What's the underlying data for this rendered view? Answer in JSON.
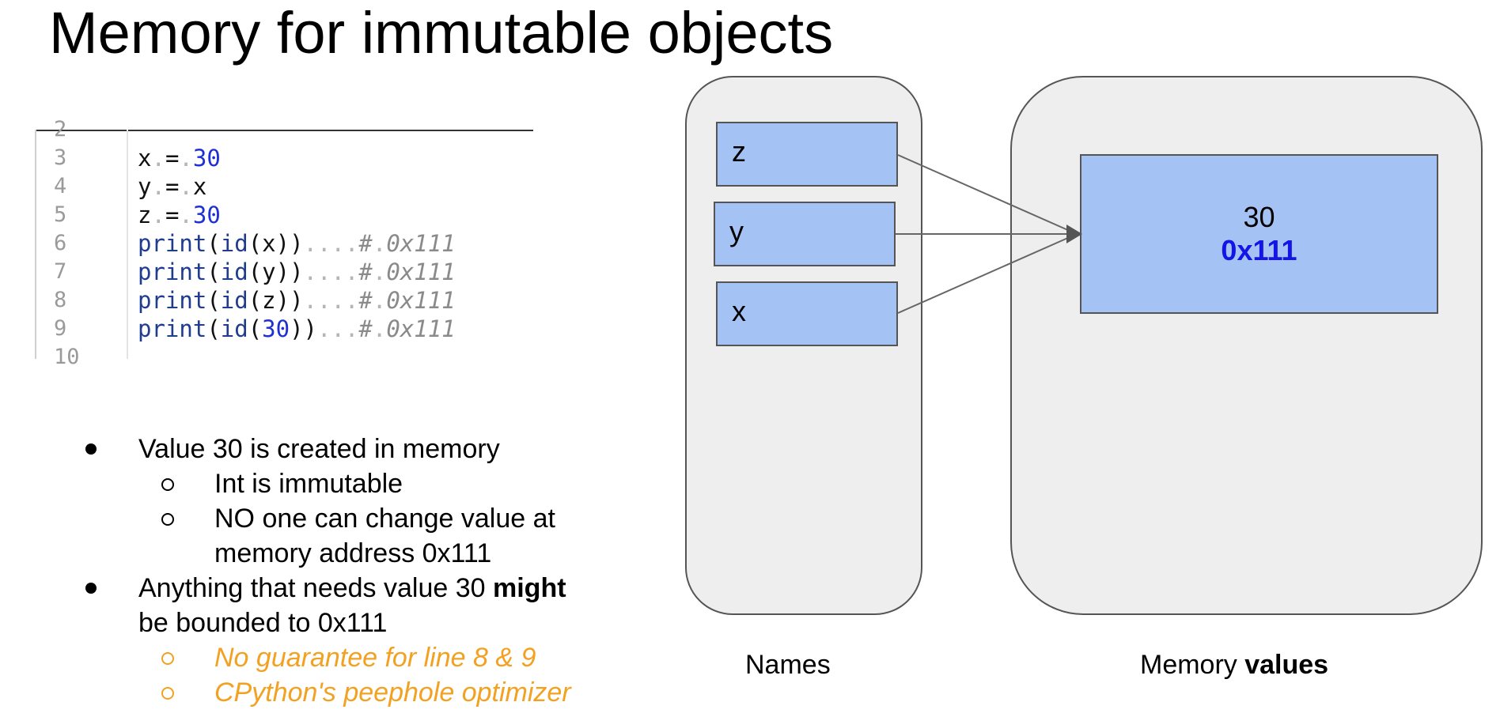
{
  "slide": {
    "title": "Memory for immutable objects"
  },
  "code": {
    "lines": [
      {
        "no": "2",
        "tokens": []
      },
      {
        "no": "3",
        "tokens": [
          {
            "t": "x",
            "c": "name"
          },
          {
            "t": ".",
            "c": "dot"
          },
          {
            "t": "=",
            "c": "op"
          },
          {
            "t": ".",
            "c": "dot"
          },
          {
            "t": "30",
            "c": "num"
          }
        ]
      },
      {
        "no": "4",
        "tokens": [
          {
            "t": "y",
            "c": "name"
          },
          {
            "t": ".",
            "c": "dot"
          },
          {
            "t": "=",
            "c": "op"
          },
          {
            "t": ".",
            "c": "dot"
          },
          {
            "t": "x",
            "c": "name"
          }
        ]
      },
      {
        "no": "5",
        "tokens": [
          {
            "t": "z",
            "c": "name"
          },
          {
            "t": ".",
            "c": "dot"
          },
          {
            "t": "=",
            "c": "op"
          },
          {
            "t": ".",
            "c": "dot"
          },
          {
            "t": "30",
            "c": "num"
          }
        ]
      },
      {
        "no": "6",
        "tokens": [
          {
            "t": "print",
            "c": "fn"
          },
          {
            "t": "(",
            "c": "op"
          },
          {
            "t": "id",
            "c": "fn"
          },
          {
            "t": "(x))",
            "c": "op"
          },
          {
            "t": "....",
            "c": "dot"
          },
          {
            "t": "#",
            "c": "cmt"
          },
          {
            "t": ".",
            "c": "dot"
          },
          {
            "t": "0x111",
            "c": "cmt"
          }
        ]
      },
      {
        "no": "7",
        "tokens": [
          {
            "t": "print",
            "c": "fn"
          },
          {
            "t": "(",
            "c": "op"
          },
          {
            "t": "id",
            "c": "fn"
          },
          {
            "t": "(y))",
            "c": "op"
          },
          {
            "t": "....",
            "c": "dot"
          },
          {
            "t": "#",
            "c": "cmt"
          },
          {
            "t": ".",
            "c": "dot"
          },
          {
            "t": "0x111",
            "c": "cmt"
          }
        ]
      },
      {
        "no": "8",
        "tokens": [
          {
            "t": "print",
            "c": "fn"
          },
          {
            "t": "(",
            "c": "op"
          },
          {
            "t": "id",
            "c": "fn"
          },
          {
            "t": "(z))",
            "c": "op"
          },
          {
            "t": "....",
            "c": "dot"
          },
          {
            "t": "#",
            "c": "cmt"
          },
          {
            "t": ".",
            "c": "dot"
          },
          {
            "t": "0x111",
            "c": "cmt"
          }
        ]
      },
      {
        "no": "9",
        "tokens": [
          {
            "t": "print",
            "c": "fn"
          },
          {
            "t": "(",
            "c": "op"
          },
          {
            "t": "id",
            "c": "fn"
          },
          {
            "t": "(",
            "c": "op"
          },
          {
            "t": "30",
            "c": "num"
          },
          {
            "t": "))",
            "c": "op"
          },
          {
            "t": "...",
            "c": "dot"
          },
          {
            "t": "#",
            "c": "cmt"
          },
          {
            "t": ".",
            "c": "dot"
          },
          {
            "t": "0x111",
            "c": "cmt"
          }
        ]
      },
      {
        "no": "10",
        "tokens": []
      }
    ]
  },
  "bullets": {
    "b1": "Value 30 is created in memory",
    "b1_sub1": "Int is immutable",
    "b1_sub2_line1": "NO one can change value at",
    "b1_sub2_line2": "memory address 0x111",
    "b2_prefix": "Anything that needs value 30 ",
    "b2_bold": "might",
    "b2_line2": "be bounded to 0x111",
    "b2_sub1": "No guarantee for line 8 & 9",
    "b2_sub2": "CPython's peephole optimizer"
  },
  "diagram": {
    "names": [
      "z",
      "y",
      "x"
    ],
    "value": "30",
    "address": "0x111",
    "names_caption": "Names",
    "memory_caption_prefix": "Memory ",
    "memory_caption_bold": "values"
  },
  "colors": {
    "box_fill": "#a4c2f4",
    "panel_fill": "#eeeeee",
    "address_blue": "#1414e6",
    "note_orange": "#f2a121"
  }
}
